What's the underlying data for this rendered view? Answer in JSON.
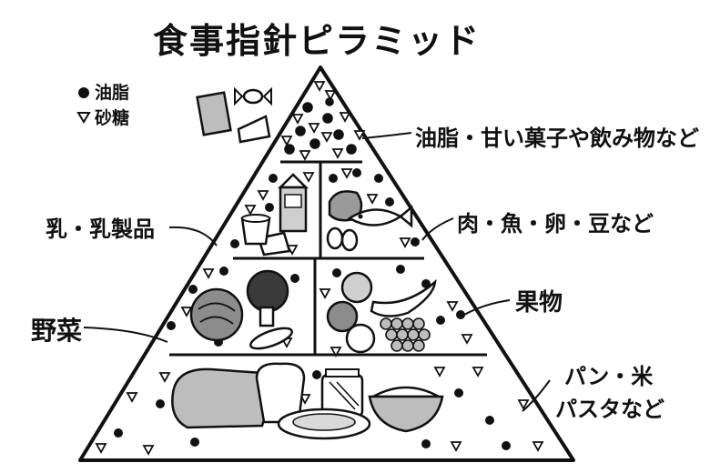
{
  "title": "食事指針ピラミッド",
  "legend": {
    "fat": "油脂",
    "sugar": "砂糖"
  },
  "tiers": {
    "oil_sweets": "油脂・甘い菓子や飲み物など",
    "dairy": "乳・乳製品",
    "meat": "肉・魚・卵・豆など",
    "fruit": "果物",
    "vegetables": "野菜",
    "grains_line1": "パン・米",
    "grains_line2": "パスタなど"
  },
  "colors": {
    "ink": "#111111",
    "paper": "#ffffff",
    "shade": "#bdbdbd"
  }
}
